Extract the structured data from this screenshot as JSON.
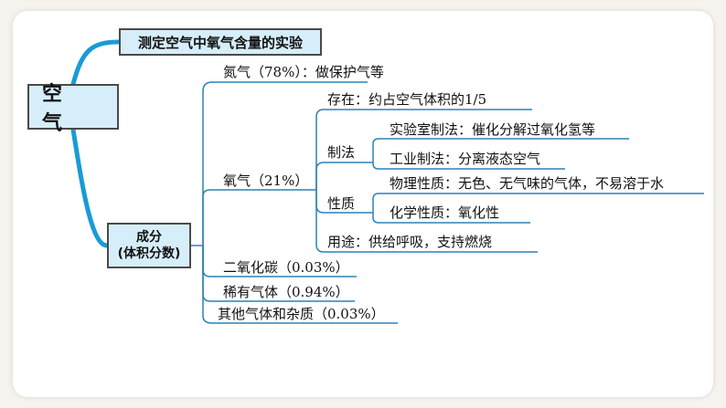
{
  "root": "空 气",
  "top_node": "测定空气中氧气含量的实验",
  "composition_node": {
    "line1": "成分",
    "line2": "(体积分数)"
  },
  "nitrogen": "氮气（78%）：做保护气等",
  "oxygen": {
    "label": "氧气（21%）",
    "existence": "存在：约占空气体积的1/5",
    "preparation": {
      "label": "制法",
      "lab": "实验室制法：催化分解过氧化氢等",
      "industrial": "工业制法：分离液态空气"
    },
    "properties": {
      "label": "性质",
      "physical": "物理性质：无色、无气味的气体，不易溶于水",
      "chemical": "化学性质：氧化性"
    },
    "uses": "用途：供给呼吸，支持燃烧"
  },
  "co2": "二氧化碳（0.03%）",
  "noble_gases": "稀有气体（0.94%）",
  "others": "其他气体和杂质（0.03%）",
  "colors": {
    "connector_main": "#1a9bd6",
    "connector_thin": "#2a82b8",
    "node_fill": "#d6eef9"
  }
}
